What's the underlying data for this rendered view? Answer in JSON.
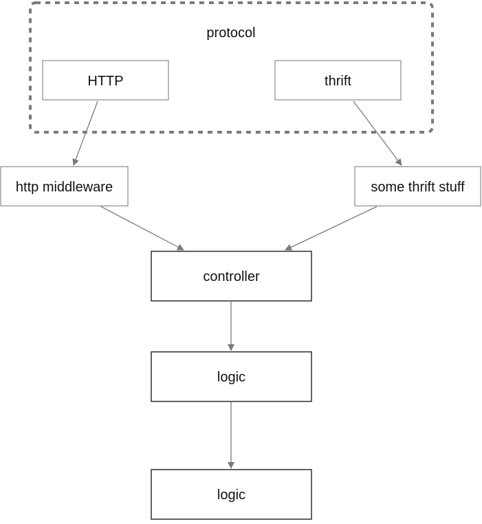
{
  "group": {
    "label": "protocol"
  },
  "nodes": {
    "http": {
      "label": "HTTP"
    },
    "thrift": {
      "label": "thrift"
    },
    "http_middleware": {
      "label": "http middleware"
    },
    "thrift_stuff": {
      "label": "some thrift stuff"
    },
    "controller": {
      "label": "controller"
    },
    "logic_1": {
      "label": "logic"
    },
    "logic_2": {
      "label": "logic"
    }
  },
  "edges": [
    {
      "from": "http",
      "to": "http_middleware"
    },
    {
      "from": "thrift",
      "to": "thrift_stuff"
    },
    {
      "from": "http_middleware",
      "to": "controller"
    },
    {
      "from": "thrift_stuff",
      "to": "controller"
    },
    {
      "from": "controller",
      "to": "logic_1"
    },
    {
      "from": "logic_1",
      "to": "logic_2"
    }
  ],
  "colors": {
    "edge": "#7a7a7a",
    "group_border": "#7a7a7a",
    "thin_box_border": "#8a8a8a",
    "thick_box_border": "#1f1f1f"
  }
}
